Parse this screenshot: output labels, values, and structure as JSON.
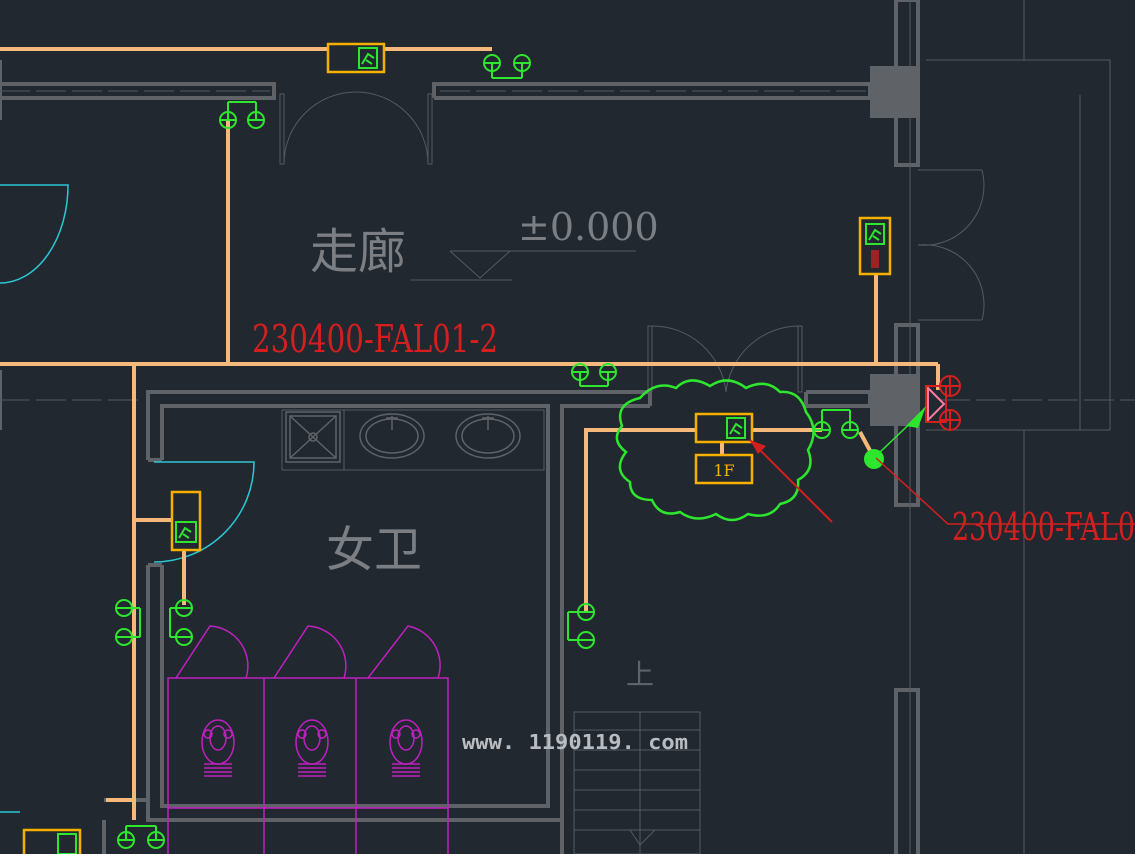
{
  "labels": {
    "room_corridor": "走廊",
    "room_female_wc": "女卫",
    "elevation": "±0.000",
    "circuit_main": "230400-FAL01-2",
    "circuit_branch": "230400-FAL0",
    "floor_tag": "1F",
    "stair_up": "上",
    "watermark": "www. 1190119. com"
  },
  "colors": {
    "background": "#212830",
    "wall": "#5f6368",
    "wire": "#f6b97c",
    "device_green": "#2ee62e",
    "exit_sign_box": "#f5b000",
    "circuit_label": "#d41f1f",
    "door_cyan": "#2bc8d4",
    "fixture_magenta": "#c020c0"
  },
  "icons": {
    "exit_sign": "exit-sign-icon",
    "emergency_light": "emergency-light-icon",
    "distribution_box": "distribution-box-icon",
    "squat_toilet": "squat-toilet-icon",
    "wash_basin": "wash-basin-icon",
    "mop_sink": "mop-sink-icon"
  }
}
